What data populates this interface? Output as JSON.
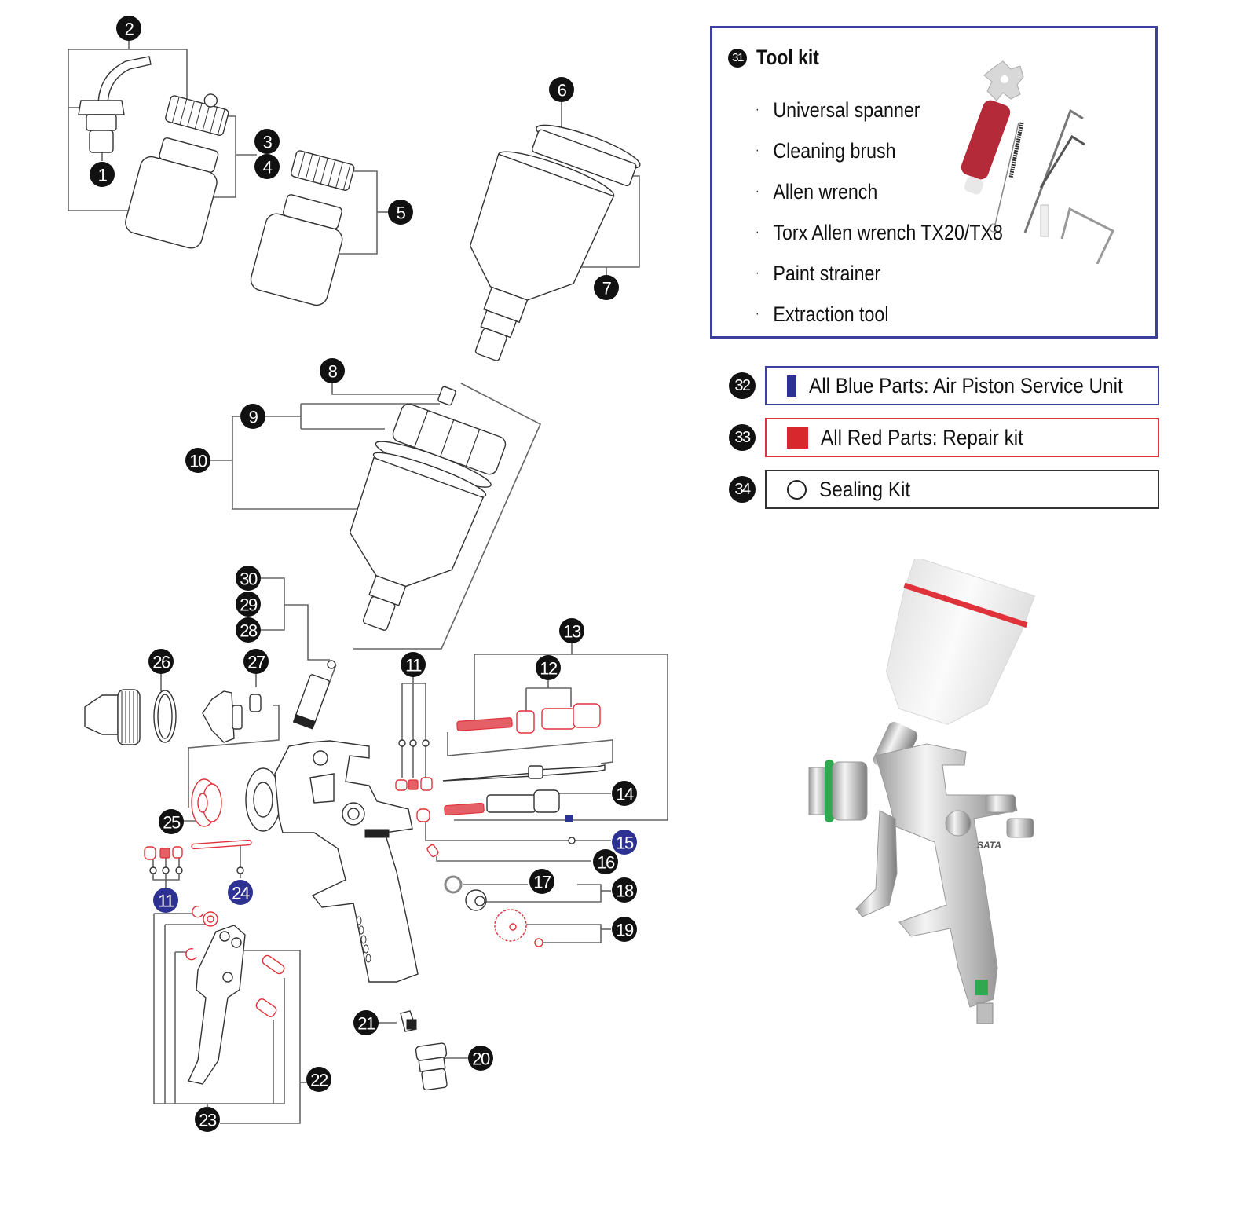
{
  "colors": {
    "blue_parts": "#2d3192",
    "red_parts": "#d9272e",
    "callout_black": "#111111",
    "callout_blue": "#2d3192",
    "toolkit_border": "#3b3f9e",
    "cup_ring": "#e0323a",
    "air_cap_ring": "#2fa84f"
  },
  "callouts": [
    {
      "n": "1",
      "variant": "black"
    },
    {
      "n": "2",
      "variant": "black"
    },
    {
      "n": "3",
      "variant": "black"
    },
    {
      "n": "4",
      "variant": "black"
    },
    {
      "n": "5",
      "variant": "black"
    },
    {
      "n": "6",
      "variant": "black"
    },
    {
      "n": "7",
      "variant": "black"
    },
    {
      "n": "8",
      "variant": "black"
    },
    {
      "n": "9",
      "variant": "black"
    },
    {
      "n": "10",
      "variant": "black"
    },
    {
      "n": "11",
      "variant": "black"
    },
    {
      "n": "12",
      "variant": "black"
    },
    {
      "n": "13",
      "variant": "black"
    },
    {
      "n": "14",
      "variant": "black"
    },
    {
      "n": "15",
      "variant": "blue"
    },
    {
      "n": "16",
      "variant": "black"
    },
    {
      "n": "17",
      "variant": "black"
    },
    {
      "n": "18",
      "variant": "black"
    },
    {
      "n": "19",
      "variant": "black"
    },
    {
      "n": "20",
      "variant": "black"
    },
    {
      "n": "21",
      "variant": "black"
    },
    {
      "n": "22",
      "variant": "black"
    },
    {
      "n": "23",
      "variant": "black"
    },
    {
      "n": "24",
      "variant": "blue"
    },
    {
      "n": "25",
      "variant": "black"
    },
    {
      "n": "26",
      "variant": "black"
    },
    {
      "n": "27",
      "variant": "black"
    },
    {
      "n": "28",
      "variant": "black"
    },
    {
      "n": "29",
      "variant": "black"
    },
    {
      "n": "30",
      "variant": "black"
    },
    {
      "n": "11",
      "variant": "blue"
    }
  ],
  "toolkit": {
    "number": "31",
    "title": "Tool kit",
    "bullet": "·",
    "items": [
      "Universal spanner",
      "Cleaning brush",
      "Allen wrench",
      "Torx Allen wrench TX20/TX8",
      "Paint strainer",
      "Extraction tool"
    ]
  },
  "legend": [
    {
      "number": "32",
      "swatch": "blue-square",
      "label": "All Blue Parts: Air Piston Service Unit"
    },
    {
      "number": "33",
      "swatch": "red-square",
      "label": "All Red Parts: Repair kit"
    },
    {
      "number": "34",
      "swatch": "open-circle",
      "label": "Sealing Kit"
    }
  ],
  "product": {
    "brand_mark": "SATA"
  }
}
